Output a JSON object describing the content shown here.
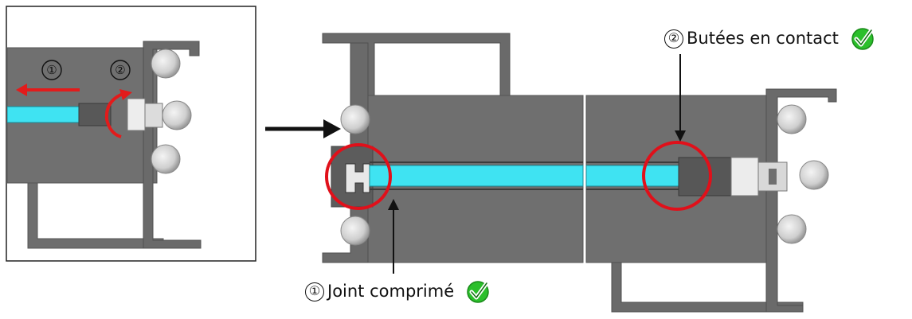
{
  "inset": {
    "step1_number": "①",
    "step2_number": "②"
  },
  "callouts": {
    "top_right": {
      "number": "②",
      "text": "Butées en contact"
    },
    "bottom_center": {
      "number": "①",
      "text": "Joint comprimé"
    }
  },
  "colors": {
    "profile": "#6b6b6b",
    "profile_dark": "#5a5a5a",
    "seal": "#3fe3f2",
    "arrow_red": "#e31b1b",
    "circle_red": "#e0101a",
    "check_green": "#2bbf2b"
  },
  "icons": [
    "left-arrow-icon",
    "rotate-arrow-icon",
    "pointer-arrow-icon",
    "check-icon",
    "highlight-circle"
  ]
}
